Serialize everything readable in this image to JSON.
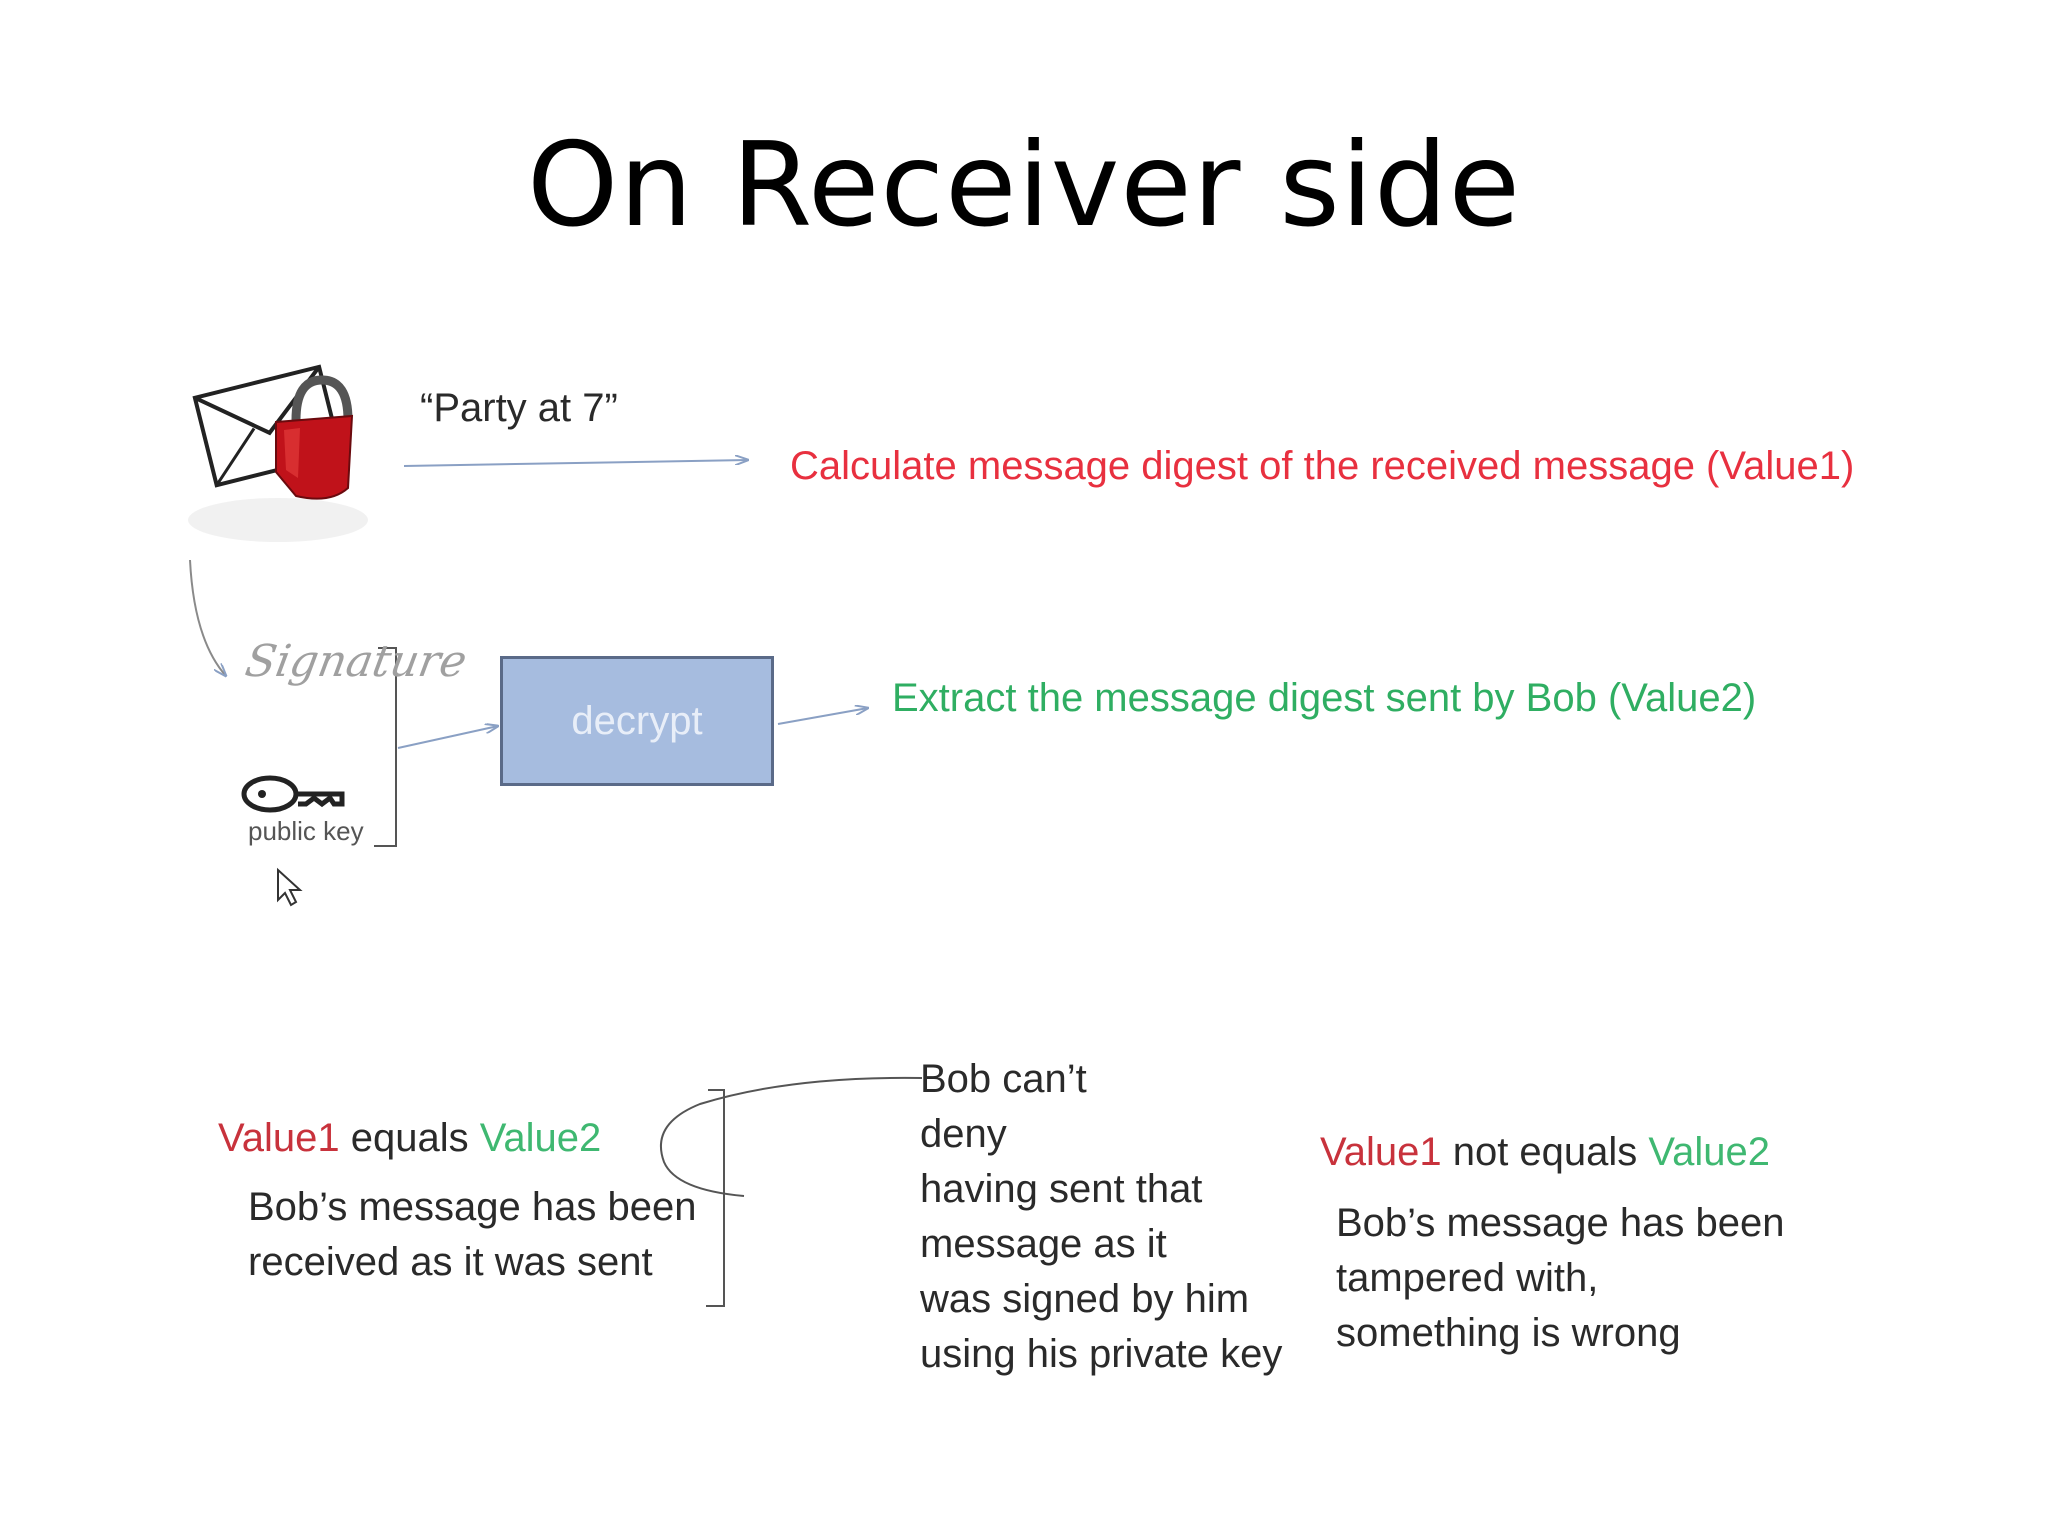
{
  "slide": {
    "title": "On Receiver side"
  },
  "top_row": {
    "message_quote": "“Party at 7”",
    "calculate_text": "Calculate message digest of the received message (Value1)"
  },
  "middle_row": {
    "signature_text": "Signature",
    "public_key_label": "public key",
    "decrypt_label": "decrypt",
    "extract_text": "Extract the message digest sent by Bob (Value2)"
  },
  "bottom_left": {
    "value1": "Value1",
    "equals": " equals ",
    "value2": "Value2",
    "desc_lines": [
      "Bob’s message has been",
      "received as it was sent"
    ]
  },
  "bottom_middle": {
    "lines": [
      "Bob can’t",
      "deny",
      "having sent that",
      "message as it",
      "was signed by him",
      "using his private key"
    ]
  },
  "bottom_right": {
    "value1": "Value1",
    "not_equals": " not equals ",
    "value2": "Value2",
    "desc_lines": [
      "Bob’s message has been",
      "tampered with,",
      "something is wrong"
    ]
  },
  "colors": {
    "value1_red": "#c8323c",
    "calc_red": "#e8303f",
    "value2_green": "#3fb871",
    "decrypt_fill": "#a6bcdf",
    "decrypt_border": "#5a6a88",
    "envelope_lock_red": "#c0121a"
  },
  "icons": [
    "envelope-lock-icon",
    "key-icon",
    "cursor-icon"
  ]
}
